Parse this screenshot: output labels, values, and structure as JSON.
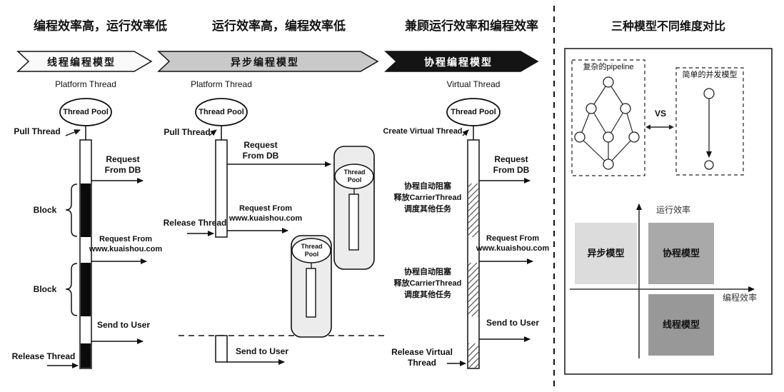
{
  "columns": [
    {
      "title": "编程效率高，运行效率低",
      "banner": "线程编程模型",
      "thread_type": "Platform Thread",
      "pool": "Thread Pool",
      "acquire": "Pull Thread",
      "request_db": "Request From DB",
      "block1": "Block",
      "request_web": "Request From www.kuaishou.com",
      "block2": "Block",
      "send": "Send to User",
      "release": "Release Thread"
    },
    {
      "title": "运行效率高，编程效率低",
      "banner": "异步编程模型",
      "thread_type": "Platform Thread",
      "pool": "Thread Pool",
      "acquire": "Pull Thread",
      "request_db": "Request From DB",
      "release": "Release Thread",
      "request_web": "Request From www.kuaishou.com",
      "callback_pool_1": "Thread Pool",
      "callback_pool_2": "Thread Pool",
      "send": "Send to User"
    },
    {
      "title": "兼顾运行效率和编程效率",
      "banner": "协程编程模型",
      "thread_type": "Virtual Thread",
      "pool": "Thread Pool",
      "acquire": "Create Virtual Thread",
      "request_db": "Request From DB",
      "note1": "协程自动阻塞\n释放CarrierThread\n调度其他任务",
      "request_web": "Request From www.kuaishou.com",
      "note2": "协程自动阻塞\n释放CarrierThread\n调度其他任务",
      "send": "Send to User",
      "release": "Release Virtual Thread"
    }
  ],
  "comparison": {
    "title": "三种模型不同维度对比",
    "complex_label": "复杂的pipeline",
    "simple_label": "简单的并发模型",
    "vs": "VS",
    "y_axis": "运行效率",
    "x_axis": "编程效率",
    "quad_async": "异步模型",
    "quad_coroutine": "协程模型",
    "quad_thread": "线程模型"
  },
  "colors": {
    "banner_thread": "#fafafa",
    "banner_async": "#c9c9c9",
    "banner_coroutine": "#141414",
    "quad_async": "#dcdcdc",
    "quad_coroutine": "#a9a9a9",
    "quad_thread": "#989898"
  }
}
